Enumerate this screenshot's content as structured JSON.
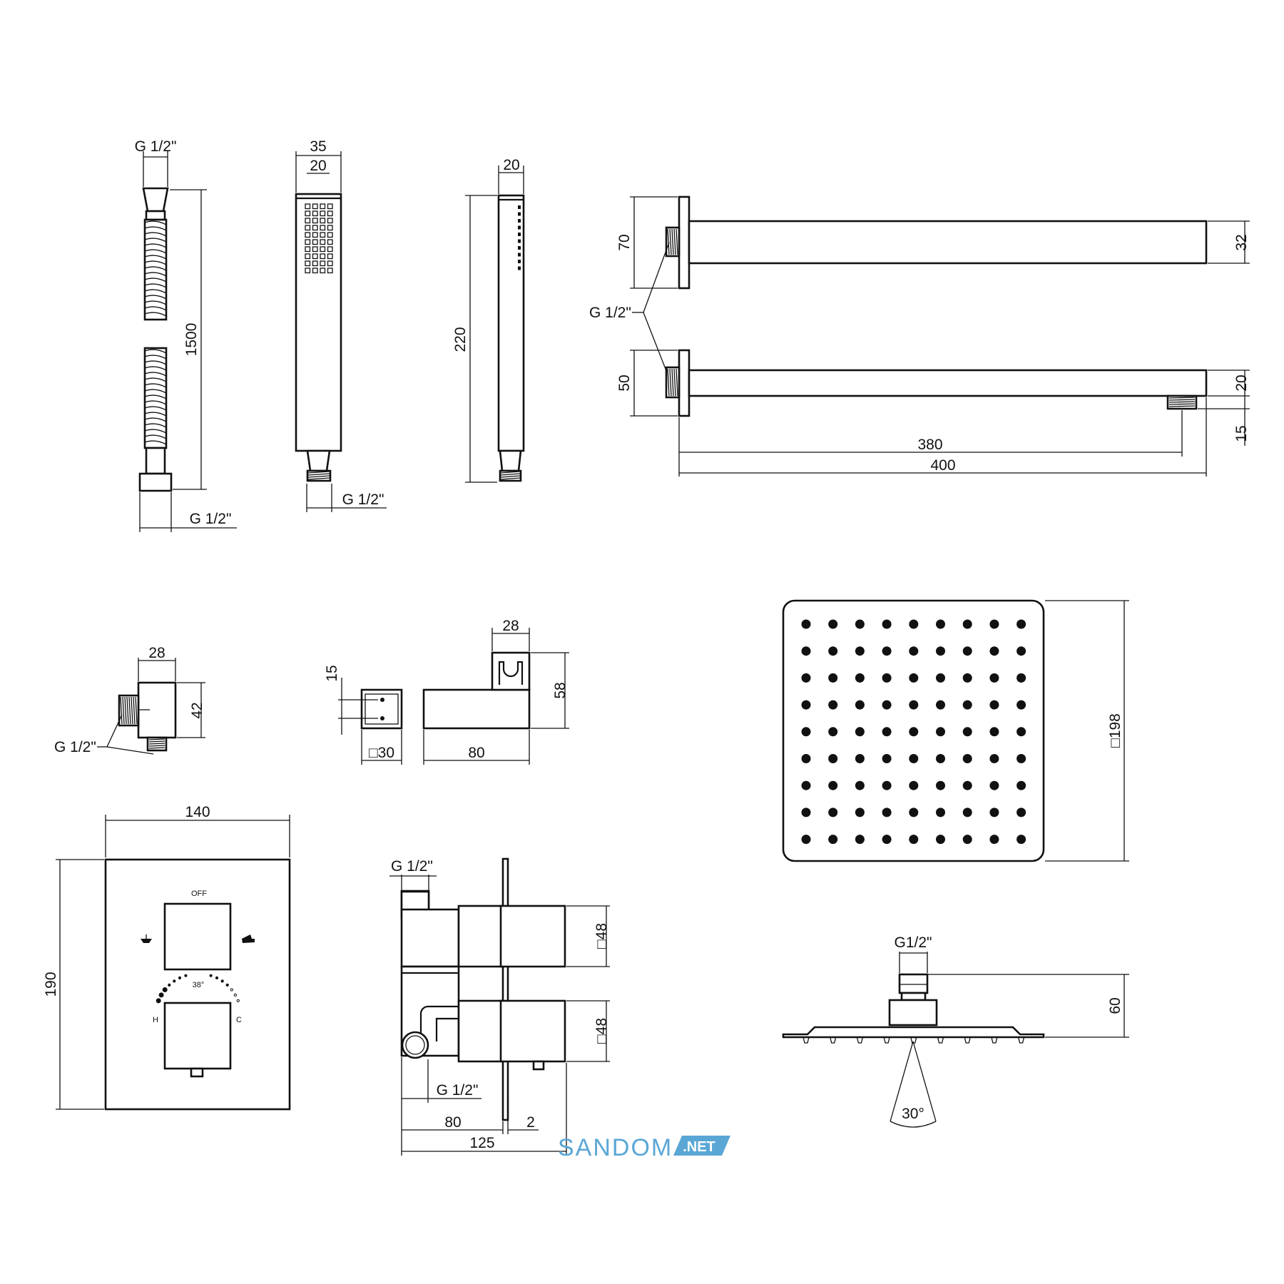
{
  "dims": {
    "hose_thread_top": "G 1/2\"",
    "hose_length": "1500",
    "hose_thread_bottom": "G 1/2\"",
    "hand_width": "35",
    "hand_inner": "20",
    "hand_thread": "G 1/2\"",
    "side_width": "20",
    "side_length": "220",
    "arm_flange_big": "70",
    "arm_thread": "G 1/2\"",
    "arm_flange_small": "50",
    "arm_height_big": "32",
    "arm_height_small": "20",
    "arm_outlet_offset": "15",
    "arm_reach": "380",
    "arm_total": "400",
    "elbow_width": "28",
    "elbow_height": "42",
    "elbow_thread": "G 1/2\"",
    "holder_square_height": "15",
    "holder_square": "□30",
    "holder_width": "28",
    "holder_height": "58",
    "holder_length": "80",
    "head_square": "□198",
    "plate_width": "140",
    "plate_height": "190",
    "plate_off": "OFF",
    "plate_temp": "38°",
    "plate_hot": "H",
    "plate_cold": "C",
    "valve_thread_top": "G 1/2\"",
    "valve_knob_top": "□48",
    "valve_knob_bottom": "□48",
    "valve_thread_bottom": "G 1/2\"",
    "valve_depth": "80",
    "valve_plate": "2",
    "valve_total": "125",
    "head_thread": "G1/2\"",
    "head_height": "60",
    "spray_angle": "30°"
  },
  "watermark": {
    "name": "SANDOM",
    "suffix": ".NET",
    "color": "#5aa7d6"
  }
}
